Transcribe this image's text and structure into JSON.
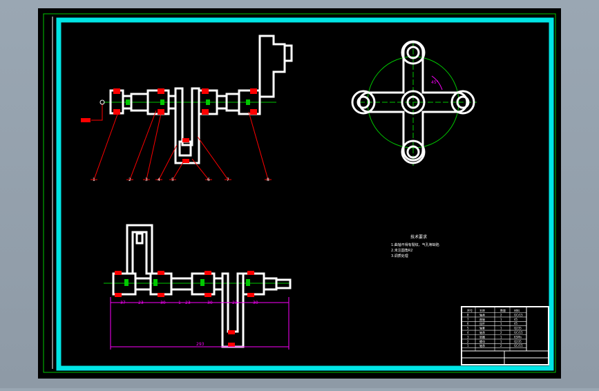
{
  "colors": {
    "background": "#000000",
    "frame": "#00e5e5",
    "outline": "#ffffff",
    "accent_red": "#ff0000",
    "accent_green": "#00c800",
    "accent_magenta": "#ff00ff",
    "dim_text": "#ffffff"
  },
  "balloons": [
    "1",
    "2",
    "3",
    "4",
    "5",
    "6",
    "7",
    "8"
  ],
  "dimensions": {
    "segments": [
      "37",
      "23",
      "30",
      "1",
      "23",
      "30",
      "23",
      "30"
    ],
    "overall": "293"
  },
  "angle_label": "45°",
  "tech_notes": {
    "title": "技术要求",
    "lines": [
      "1.曲轴不得有裂纹、气孔等缺陷",
      "2.未注圆角R2",
      "3.调质处理"
    ]
  },
  "title_block": {
    "rows": [
      [
        "8",
        "轴承",
        "2",
        "GCr15"
      ],
      [
        "7",
        "曲轴",
        "1",
        "45"
      ],
      [
        "6",
        "连杆",
        "1",
        "45"
      ],
      [
        "5",
        "轴套",
        "1",
        "Q235"
      ],
      [
        "4",
        "轴承",
        "2",
        "GCr15"
      ],
      [
        "3",
        "垫圈",
        "1",
        "65Mn"
      ],
      [
        "2",
        "螺母",
        "1",
        "Q235"
      ],
      [
        "1",
        "轴承",
        "2",
        "GCr15"
      ]
    ],
    "header": [
      "序号",
      "名称",
      "数量",
      "材料"
    ]
  }
}
